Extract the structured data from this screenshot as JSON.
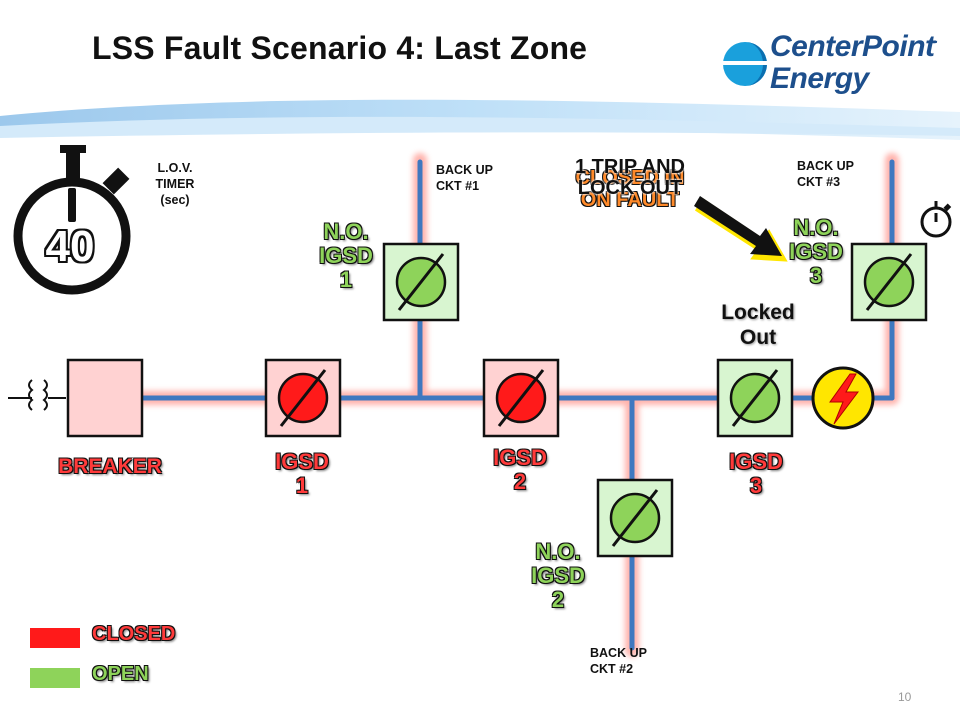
{
  "title": "LSS Fault Scenario 4: Last Zone",
  "logo": {
    "line1": "CenterPoint",
    "line2": "Energy",
    "mark": "."
  },
  "timer": {
    "label_line1": "L.O.V.",
    "label_line2": "TIMER",
    "label_line3": "(sec)",
    "value": "40"
  },
  "backup": {
    "ckt1_line1": "BACK UP",
    "ckt1_line2": "CKT #1",
    "ckt2_line1": "BACK UP",
    "ckt2_line2": "CKT #2",
    "ckt3_line1": "BACK UP",
    "ckt3_line2": "CKT #3"
  },
  "devices": {
    "breaker": "BREAKER",
    "igsd1_line1": "IGSD",
    "igsd1_line2": "1",
    "igsd2_line1": "IGSD",
    "igsd2_line2": "2",
    "igsd3_line1": "IGSD",
    "igsd3_line2": "3",
    "no_igsd1_line1": "N.O.",
    "no_igsd1_line2": "IGSD",
    "no_igsd1_line3": "1",
    "no_igsd2_line1": "N.O.",
    "no_igsd2_line2": "IGSD",
    "no_igsd2_line3": "2",
    "no_igsd3_line1": "N.O.",
    "no_igsd3_line2": "IGSD",
    "no_igsd3_line3": "3"
  },
  "annotations": {
    "closed_in_line1": "CLOSED IN",
    "closed_in_line2": "ON FAULT",
    "trip_line1": "1 TRIP AND",
    "trip_line2": "LOCK OUT",
    "locked_line1": "Locked",
    "locked_line2": "Out"
  },
  "legend": {
    "closed": "CLOSED",
    "open": "OPEN"
  },
  "colors": {
    "closed": "#ff1a1a",
    "open": "#8ed35a",
    "line_blue": "#3f78c0",
    "line_glow": "#ff8a80",
    "fault_yellow": "#ffe600"
  },
  "page_number": "10"
}
